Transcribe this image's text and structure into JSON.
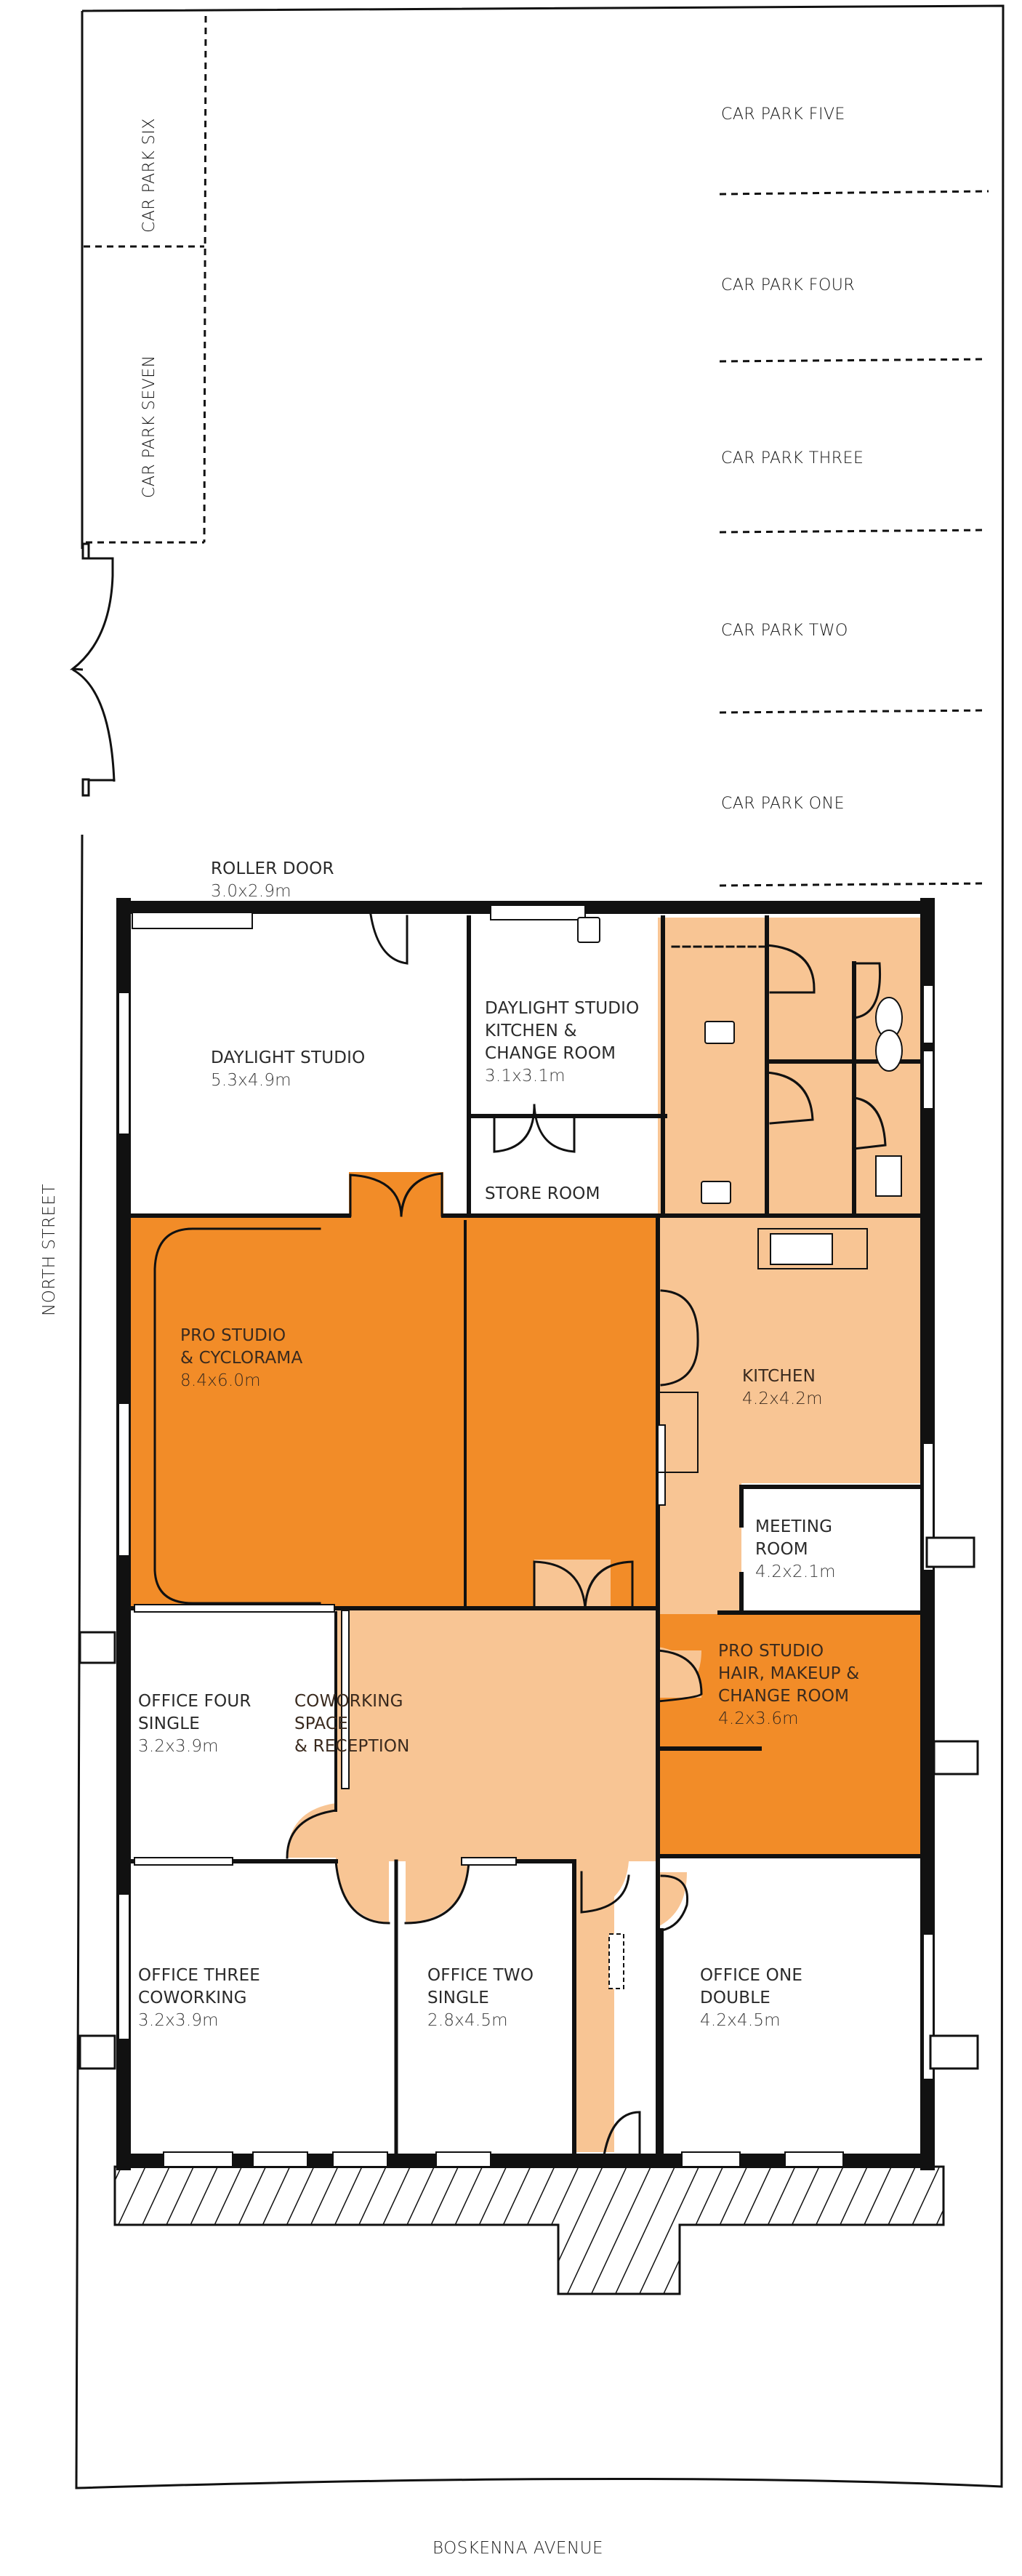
{
  "title": "Floor plan — Boskenna Avenue / North Street studio",
  "colors": {
    "pro_studio": "#F28C28",
    "shared_space": "#F8C594",
    "wall": "#111111",
    "background": "#FFFFFF"
  },
  "streets": {
    "north": "NORTH STREET",
    "south": "BOSKENNA AVENUE"
  },
  "car_parks": [
    {
      "id": "one",
      "label": "CAR PARK ONE"
    },
    {
      "id": "two",
      "label": "CAR PARK TWO"
    },
    {
      "id": "three",
      "label": "CAR PARK THREE"
    },
    {
      "id": "four",
      "label": "CAR PARK FOUR"
    },
    {
      "id": "five",
      "label": "CAR PARK FIVE"
    },
    {
      "id": "six",
      "label": "CAR PARK SIX"
    },
    {
      "id": "seven",
      "label": "CAR PARK SEVEN"
    }
  ],
  "rooms": {
    "roller_door": {
      "title": "ROLLER DOOR",
      "dims": "3.0x2.9m"
    },
    "daylight_studio": {
      "title": "DAYLIGHT STUDIO",
      "dims": "5.3x4.9m",
      "fill": "white"
    },
    "daylight_kitchen": {
      "title_lines": [
        "DAYLIGHT STUDIO",
        "KITCHEN &",
        "CHANGE ROOM"
      ],
      "dims": "3.1x3.1m",
      "fill": "white"
    },
    "store_room": {
      "title": "STORE ROOM",
      "fill": "white"
    },
    "pro_studio": {
      "title_lines": [
        "PRO STUDIO",
        "& CYCLORAMA"
      ],
      "dims": "8.4x6.0m",
      "fill": "pro_studio"
    },
    "kitchen": {
      "title": "KITCHEN",
      "dims": "4.2x4.2m",
      "fill": "shared_space"
    },
    "meeting_room": {
      "title_lines": [
        "MEETING",
        "ROOM"
      ],
      "dims": "4.2x2.1m",
      "fill": "white"
    },
    "coworking": {
      "title_lines": [
        "COWORKING",
        "SPACE",
        "& RECEPTION"
      ],
      "fill": "shared_space"
    },
    "pro_studio_hmu": {
      "title_lines": [
        "PRO STUDIO",
        "HAIR, MAKEUP &",
        "CHANGE ROOM"
      ],
      "dims": "4.2x3.6m",
      "fill": "pro_studio"
    },
    "office_four": {
      "title_lines": [
        "OFFICE FOUR",
        "SINGLE"
      ],
      "dims": "3.2x3.9m",
      "fill": "white"
    },
    "office_three": {
      "title_lines": [
        "OFFICE THREE",
        "COWORKING"
      ],
      "dims": "3.2x3.9m",
      "fill": "white"
    },
    "office_two": {
      "title_lines": [
        "OFFICE TWO",
        "SINGLE"
      ],
      "dims": "2.8x4.5m",
      "fill": "white"
    },
    "office_one": {
      "title_lines": [
        "OFFICE ONE",
        "DOUBLE"
      ],
      "dims": "4.2x4.5m",
      "fill": "white"
    }
  }
}
